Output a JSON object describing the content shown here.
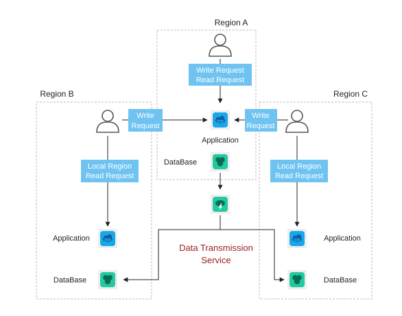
{
  "colors": {
    "request_box": "#6fc3f1",
    "app_icon": "#1aa7ea",
    "db_icon": "#23c9a0",
    "dts_text": "#9b1b1b",
    "region_border": "#bbbbbb",
    "arrow": "#222222"
  },
  "regions": {
    "a": {
      "label": "Region A"
    },
    "b": {
      "label": "Region B"
    },
    "c": {
      "label": "Region C"
    }
  },
  "region_a": {
    "request_line1": "Write Request",
    "request_line2": "Read Request",
    "application_label": "Application",
    "database_label": "DataBase"
  },
  "region_b": {
    "write_line1": "Write",
    "write_line2": "Request",
    "read_line1": "Local Region",
    "read_line2": "Read Request",
    "application_label": "Application",
    "database_label": "DataBase"
  },
  "region_c": {
    "write_line1": "Write",
    "write_line2": "Request",
    "read_line1": "Local Region",
    "read_line2": "Read Request",
    "application_label": "Application",
    "database_label": "DataBase"
  },
  "dts": {
    "line1": "Data Transmission",
    "line2": "Service"
  },
  "icons": {
    "user": "user-icon",
    "application": "application-icon",
    "database": "database-icon",
    "dts": "dts-icon"
  }
}
